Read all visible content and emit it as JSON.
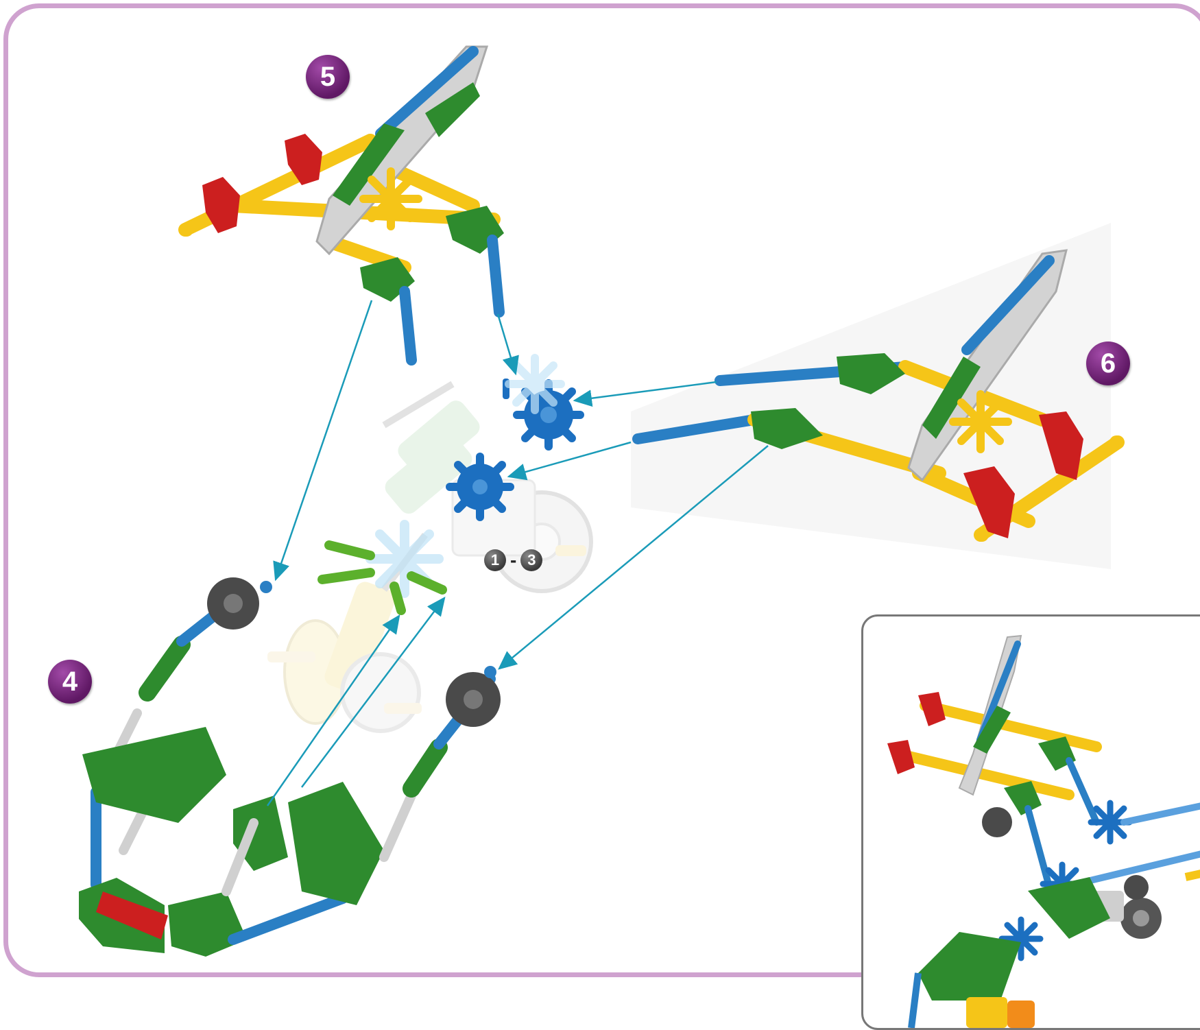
{
  "steps": {
    "step4": "4",
    "step5": "5",
    "step6": "6"
  },
  "reference": {
    "from": "1",
    "separator": "-",
    "to": "3"
  },
  "colors": {
    "frame": "#cfa2cf",
    "badge": "#7b2a80",
    "arrow": "#1a9bb8",
    "rod_blue": "#2a7fc4",
    "rod_yellow": "#f5c518",
    "rod_gray": "#c8c8c8",
    "connector_green": "#2e8b2e",
    "connector_red": "#cc1f1f",
    "connector_blue": "#1c6fc0",
    "gear_dark": "#4a4a4a"
  }
}
